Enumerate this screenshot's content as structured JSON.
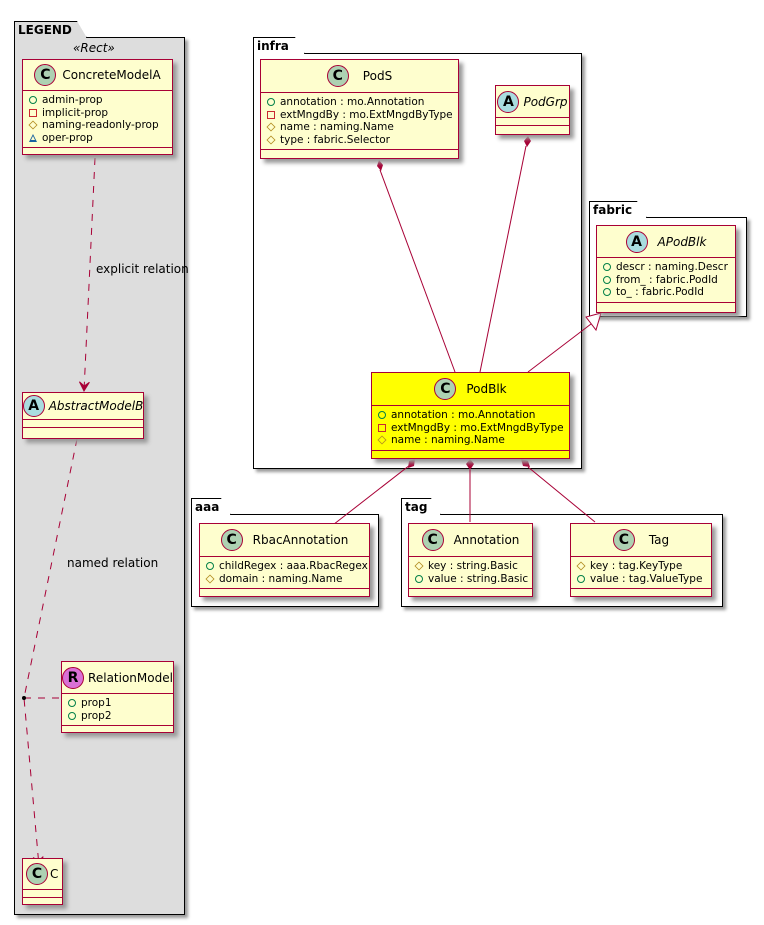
{
  "colors": {
    "link": "#A80036",
    "class_bg": "#FEFECE",
    "highlight_bg": "#FFFF00",
    "legend_bg": "#DDDDDD"
  },
  "packages": {
    "legend": {
      "name": "LEGEND",
      "stereotype": "«Rect»"
    },
    "infra": {
      "name": "infra"
    },
    "fabric": {
      "name": "fabric"
    },
    "aaa": {
      "name": "aaa"
    },
    "tag": {
      "name": "tag"
    }
  },
  "classes": {
    "concrete_model_a": {
      "kind": "C",
      "name": "ConcreteModelA",
      "attributes": [
        {
          "vis": "public",
          "text": "admin-prop"
        },
        {
          "vis": "private",
          "text": "implicit-prop"
        },
        {
          "vis": "protected",
          "text": "naming-readonly-prop"
        },
        {
          "vis": "package",
          "text": "oper-prop"
        }
      ]
    },
    "abstract_model_b": {
      "kind": "A",
      "name": "AbstractModelB",
      "attributes": []
    },
    "relation_model": {
      "kind": "R",
      "name": "RelationModel",
      "attributes": [
        {
          "vis": "public",
          "text": "prop1"
        },
        {
          "vis": "public",
          "text": "prop2"
        }
      ]
    },
    "c": {
      "kind": "C",
      "name": "C",
      "attributes": []
    },
    "pods": {
      "kind": "C",
      "name": "PodS",
      "attributes": [
        {
          "vis": "public",
          "text": "annotation : mo.Annotation"
        },
        {
          "vis": "private",
          "text": "extMngdBy : mo.ExtMngdByType"
        },
        {
          "vis": "protected",
          "text": "name : naming.Name"
        },
        {
          "vis": "protected",
          "text": "type : fabric.Selector"
        }
      ]
    },
    "podgrp": {
      "kind": "A",
      "name": "PodGrp",
      "attributes": []
    },
    "apodblk": {
      "kind": "A",
      "name": "APodBlk",
      "attributes": [
        {
          "vis": "public",
          "text": "descr : naming.Descr"
        },
        {
          "vis": "public",
          "text": "from_ : fabric.PodId"
        },
        {
          "vis": "public",
          "text": "to_ : fabric.PodId"
        }
      ]
    },
    "podblk": {
      "kind": "C",
      "name": "PodBlk",
      "attributes": [
        {
          "vis": "public",
          "text": "annotation : mo.Annotation"
        },
        {
          "vis": "private",
          "text": "extMngdBy : mo.ExtMngdByType"
        },
        {
          "vis": "protected",
          "text": "name : naming.Name"
        }
      ]
    },
    "rbac_annotation": {
      "kind": "C",
      "name": "RbacAnnotation",
      "attributes": [
        {
          "vis": "public",
          "text": "childRegex : aaa.RbacRegex"
        },
        {
          "vis": "protected",
          "text": "domain : naming.Name"
        }
      ]
    },
    "annotation": {
      "kind": "C",
      "name": "Annotation",
      "attributes": [
        {
          "vis": "protected",
          "text": "key : string.Basic"
        },
        {
          "vis": "public",
          "text": "value : string.Basic"
        }
      ]
    },
    "tag": {
      "kind": "C",
      "name": "Tag",
      "attributes": [
        {
          "vis": "protected",
          "text": "key : tag.KeyType"
        },
        {
          "vis": "public",
          "text": "value : tag.ValueType"
        }
      ]
    }
  },
  "relations": [
    {
      "from": "ConcreteModelA",
      "to": "AbstractModelB",
      "type": "dependency",
      "label": "explicit relation"
    },
    {
      "from": "AbstractModelB",
      "to": "C",
      "type": "dependency",
      "label": "named relation",
      "association_class": "RelationModel"
    },
    {
      "from": "PodS",
      "to": "PodBlk",
      "type": "composition"
    },
    {
      "from": "PodGrp",
      "to": "PodBlk",
      "type": "composition"
    },
    {
      "from": "PodBlk",
      "to": "APodBlk",
      "type": "generalization"
    },
    {
      "from": "PodBlk",
      "to": "RbacAnnotation",
      "type": "composition"
    },
    {
      "from": "PodBlk",
      "to": "Annotation",
      "type": "composition"
    },
    {
      "from": "PodBlk",
      "to": "Tag",
      "type": "composition"
    }
  ]
}
